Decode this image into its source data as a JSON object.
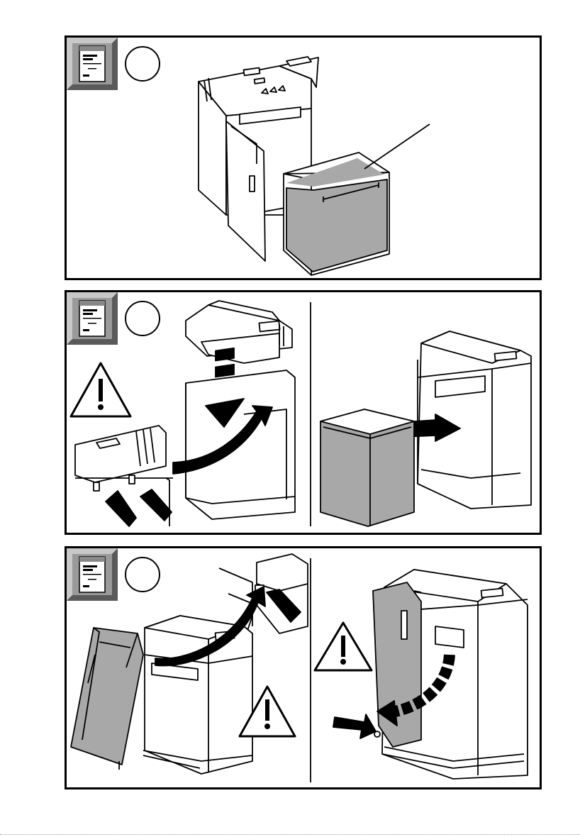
{
  "colors": {
    "outline": "#000000",
    "fill_gray": "#a8a8a8",
    "icon_frame": "#8c8c8c",
    "page": "#ffffff"
  },
  "panels": [
    {
      "id": "step-1",
      "icons": [
        "manual-icon",
        "step-circle"
      ],
      "illustration": "shredder-remove-waste-bin"
    },
    {
      "id": "step-2",
      "icons": [
        "manual-icon",
        "step-circle",
        "warning-icon"
      ],
      "illustration": "shredder-head-and-bin-insertion"
    },
    {
      "id": "step-3",
      "icons": [
        "manual-icon",
        "step-circle",
        "warning-icon",
        "warning-icon"
      ],
      "illustration": "door-attach-and-close"
    }
  ]
}
